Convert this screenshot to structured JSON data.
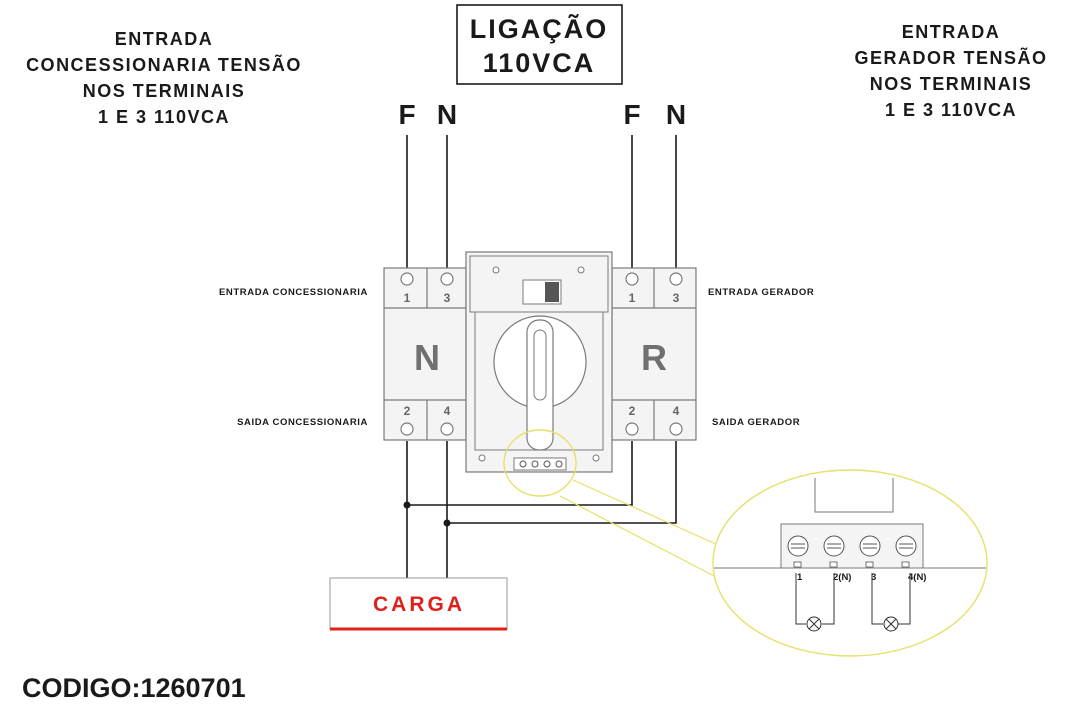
{
  "title": {
    "line1": "LIGAÇÃO",
    "line2": "110VCA"
  },
  "left_header": [
    "ENTRADA",
    "CONCESSIONARIA TENSÃO",
    "NOS TERMINAIS",
    "1 E 3 110VCA"
  ],
  "right_header": [
    "ENTRADA",
    "GERADOR TENSÃO",
    "NOS TERMINAIS",
    "1 E 3 110VCA"
  ],
  "wires": {
    "left_f": "F",
    "left_n": "N",
    "right_f": "F",
    "right_n": "N"
  },
  "labels": {
    "entrada_concessionaria": "ENTRADA CONCESSIONARIA",
    "saida_concessionaria": "SAIDA CONCESSIONARIA",
    "entrada_gerador": "ENTRADA GERADOR",
    "saida_gerador": "SAIDA GERADOR"
  },
  "modules": {
    "left": "N",
    "right": "R"
  },
  "terminals": {
    "top": [
      "1",
      "3"
    ],
    "bottom": [
      "2",
      "4"
    ]
  },
  "detail_terminals": [
    "1",
    "2(N)",
    "3",
    "4(N)"
  ],
  "load": "CARGA",
  "code": "CODIGO:1260701",
  "colors": {
    "highlight": "#e5e16a",
    "load_text": "#e0201a",
    "load_border": "#e0201a"
  }
}
